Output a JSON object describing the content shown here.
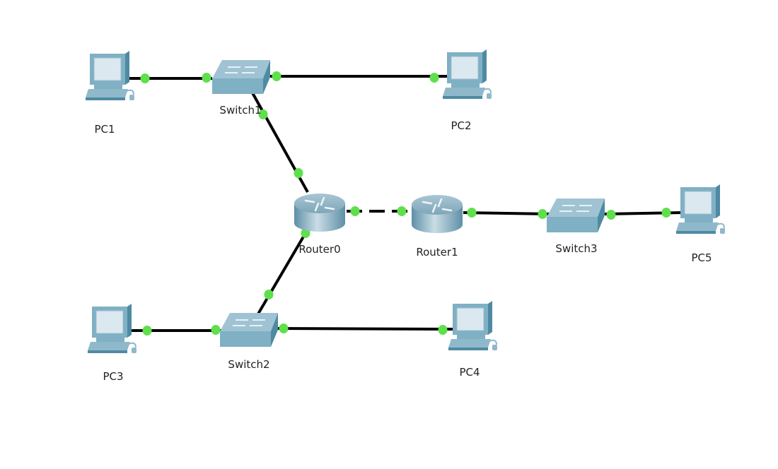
{
  "diagram": {
    "type": "network-topology",
    "colors": {
      "link": "#000000",
      "port_up": "#5ee04b",
      "device_body": "#7fb0c4",
      "device_dark": "#4f8aa3",
      "screen": "#dbe8f0",
      "label": "#222222"
    },
    "nodes": [
      {
        "id": "PC1",
        "label": "PC1",
        "kind": "pc"
      },
      {
        "id": "PC2",
        "label": "PC2",
        "kind": "pc"
      },
      {
        "id": "PC3",
        "label": "PC3",
        "kind": "pc"
      },
      {
        "id": "PC4",
        "label": "PC4",
        "kind": "pc"
      },
      {
        "id": "PC5",
        "label": "PC5",
        "kind": "pc"
      },
      {
        "id": "Switch1",
        "label": "Switch1",
        "kind": "switch"
      },
      {
        "id": "Switch2",
        "label": "Switch2",
        "kind": "switch"
      },
      {
        "id": "Switch3",
        "label": "Switch3",
        "kind": "switch"
      },
      {
        "id": "Router0",
        "label": "Router0",
        "kind": "router"
      },
      {
        "id": "Router1",
        "label": "Router1",
        "kind": "router"
      }
    ],
    "links": [
      {
        "from": "PC1",
        "to": "Switch1",
        "style": "solid",
        "status": "up"
      },
      {
        "from": "Switch1",
        "to": "PC2",
        "style": "solid",
        "status": "up"
      },
      {
        "from": "Switch1",
        "to": "Router0",
        "style": "solid",
        "status": "up"
      },
      {
        "from": "Router0",
        "to": "Switch2",
        "style": "solid",
        "status": "up"
      },
      {
        "from": "PC3",
        "to": "Switch2",
        "style": "solid",
        "status": "up"
      },
      {
        "from": "Switch2",
        "to": "PC4",
        "style": "solid",
        "status": "up"
      },
      {
        "from": "Router0",
        "to": "Router1",
        "style": "dashed",
        "status": "up"
      },
      {
        "from": "Router1",
        "to": "Switch3",
        "style": "solid",
        "status": "up"
      },
      {
        "from": "Switch3",
        "to": "PC5",
        "style": "solid",
        "status": "up"
      }
    ]
  }
}
